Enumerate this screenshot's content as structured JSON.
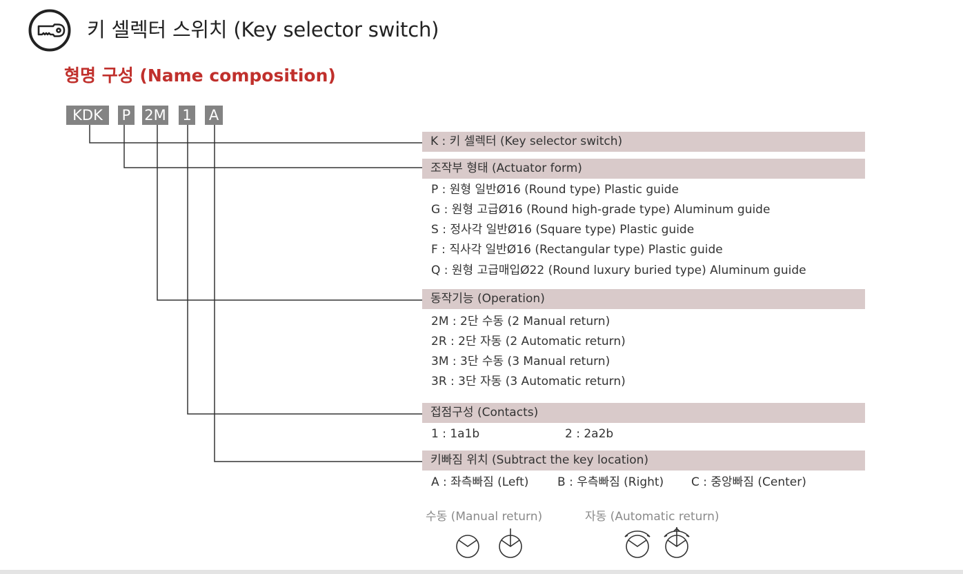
{
  "header": {
    "icon": "key-icon",
    "title": "키 셀렉터 스위치 (Key selector switch)"
  },
  "section": {
    "title": "형명 구성 (Name composition)"
  },
  "code": [
    "KDK",
    "P",
    "2M",
    "1",
    "A"
  ],
  "groups": {
    "switch_type": {
      "bar": "K : 키 셀렉터 (Key selector switch)"
    },
    "actuator": {
      "bar": "조작부 형태 (Actuator form)",
      "items": [
        "P : 원형 일반Ø16 (Round type) Plastic guide",
        "G : 원형 고급Ø16 (Round high-grade type) Aluminum guide",
        "S : 정사각 일반Ø16 (Square type) Plastic guide",
        "F : 직사각 일반Ø16 (Rectangular type) Plastic guide",
        "Q : 원형 고급매입Ø22 (Round luxury buried type) Aluminum guide"
      ]
    },
    "operation": {
      "bar": "동작기능 (Operation)",
      "items": [
        "2M : 2단 수동 (2 Manual return)",
        "2R : 2단 자동 (2 Automatic return)",
        "3M : 3단 수동 (3 Manual return)",
        "3R : 3단 자동 (3 Automatic return)"
      ]
    },
    "contacts": {
      "bar": "접점구성 (Contacts)",
      "items": [
        "1 : 1a1b",
        "2 : 2a2b"
      ]
    },
    "key_location": {
      "bar": "키빠짐 위치 (Subtract the key location)",
      "items": [
        "A : 좌측빠짐 (Left)",
        "B : 우측빠짐 (Right)",
        "C : 중앙빠짐 (Center)"
      ]
    }
  },
  "symbols": {
    "manual_label": "수동 (Manual return)",
    "auto_label": "자동 (Automatic return)",
    "icons": [
      "manual-2pos-symbol-icon",
      "manual-3pos-symbol-icon",
      "auto-2pos-symbol-icon",
      "auto-3pos-symbol-icon"
    ]
  },
  "colors": {
    "section_title": "#c0302c",
    "code_box": "#838383",
    "bar_fill": "#d9caca",
    "text": "#333333",
    "symbol_label": "#8a8a8a"
  }
}
